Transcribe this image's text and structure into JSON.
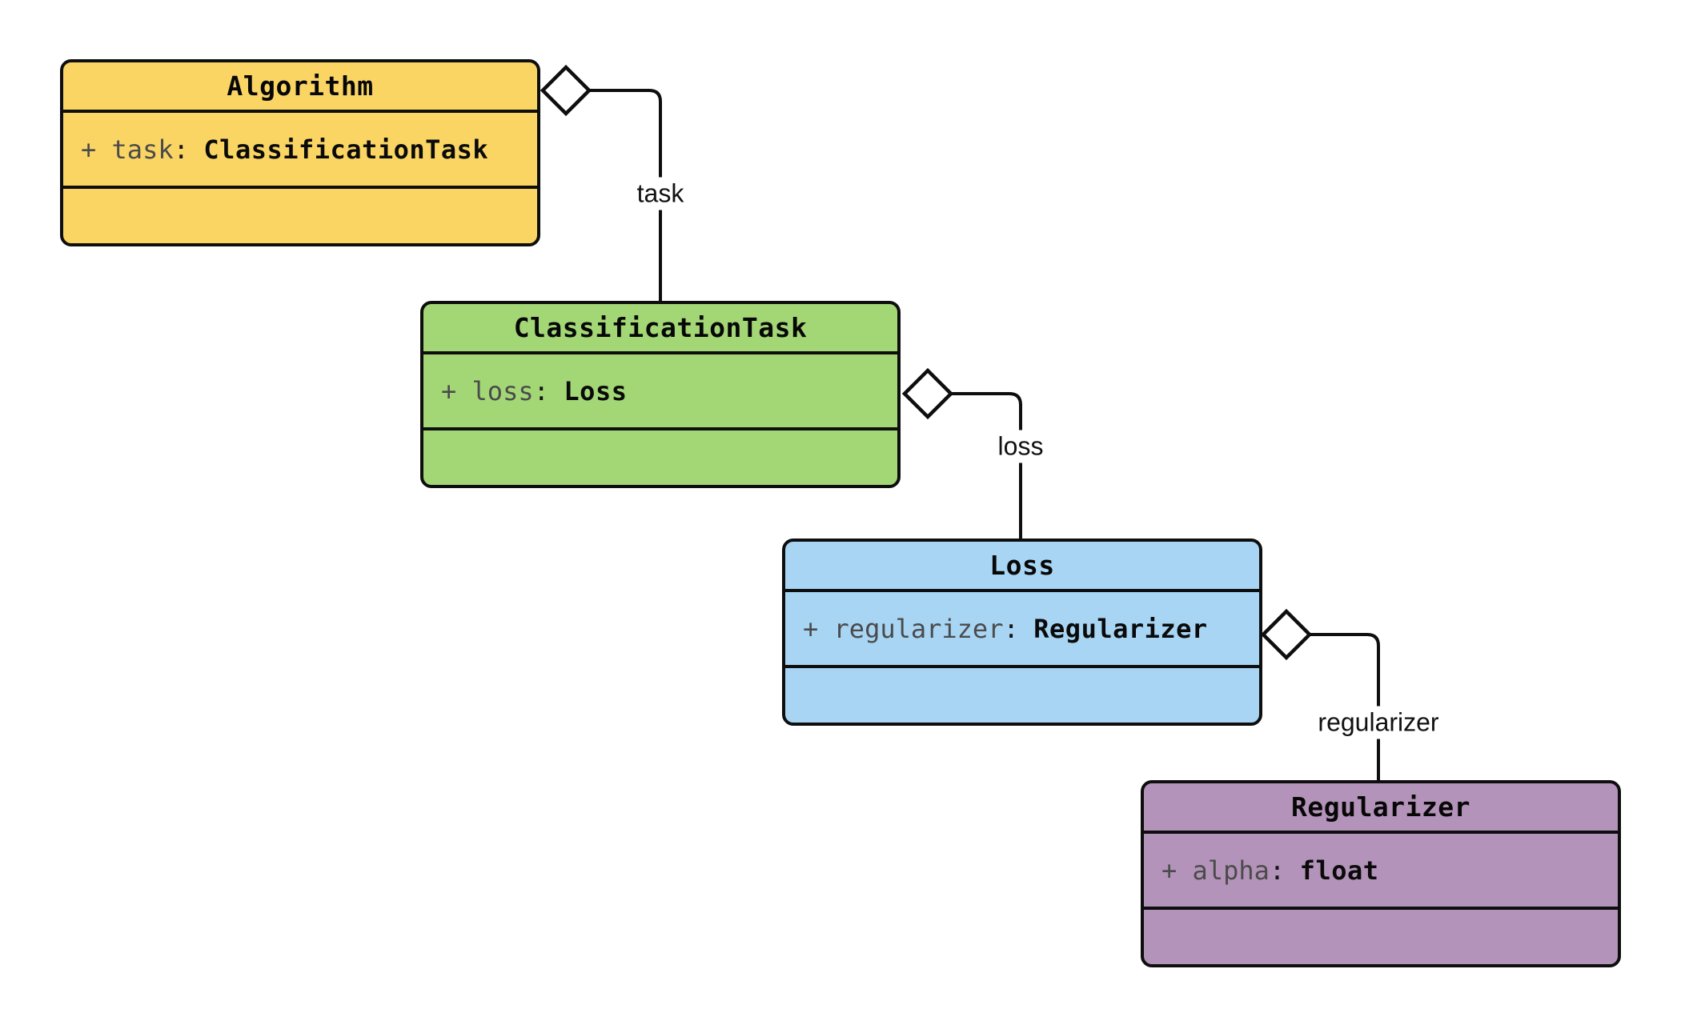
{
  "diagram": {
    "type": "uml-class-diagram",
    "classes": [
      {
        "title": "Algorithm",
        "attribute": {
          "name": "+ task",
          "separator": ":",
          "type": "ClassificationTask"
        },
        "fill": "#FAD564"
      },
      {
        "title": "ClassificationTask",
        "attribute": {
          "name": "+ loss",
          "separator": ":",
          "type": "Loss"
        },
        "fill": "#A3D776"
      },
      {
        "title": "Loss",
        "attribute": {
          "name": "+ regularizer",
          "separator": ":",
          "type": "Regularizer"
        },
        "fill": "#A7D5F3"
      },
      {
        "title": "Regularizer",
        "attribute": {
          "name": "+ alpha",
          "separator": ":",
          "type": "float"
        },
        "fill": "#B393B9"
      }
    ],
    "relations": [
      {
        "label": "task",
        "kind": "aggregation",
        "from": "Algorithm",
        "to": "ClassificationTask"
      },
      {
        "label": "loss",
        "kind": "aggregation",
        "from": "ClassificationTask",
        "to": "Loss"
      },
      {
        "label": "regularizer",
        "kind": "aggregation",
        "from": "Loss",
        "to": "Regularizer"
      }
    ],
    "icons": {
      "diamond": "aggregation-diamond"
    },
    "colors": {
      "line": "#0e0e0e",
      "diamond_fill": "#ffffff",
      "attr_name": "#4b4b4b",
      "background": "#ffffff"
    }
  }
}
